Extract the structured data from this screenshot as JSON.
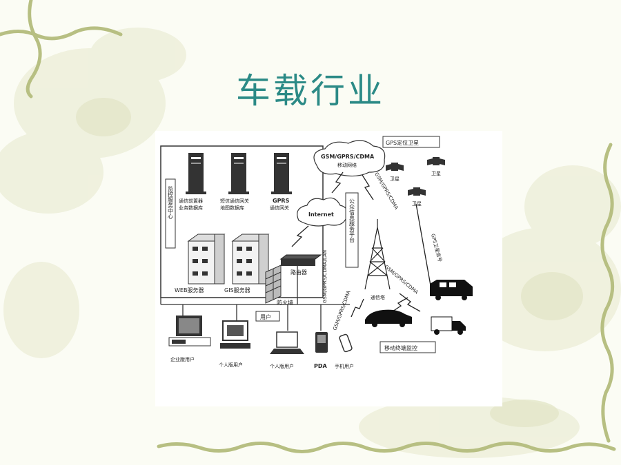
{
  "title": "车载行业",
  "diagram": {
    "monitor_center": "监控服务中心",
    "servers": [
      {
        "label1": "通信前置器",
        "label2": "业务数据库"
      },
      {
        "label1": "短信通信网关",
        "label2": "地图数据库"
      },
      {
        "label1": "GPRS",
        "label2": "通信网关"
      }
    ],
    "web_server": "WEB服务器",
    "gis_server": "GIS服务器",
    "router": "路由器",
    "firewall": "防火墙",
    "internet": "Internet",
    "mobile_network": {
      "line1": "GSM/GPRS/CDMA",
      "line2": "移动网络"
    },
    "gps_box": "GPS定位卫星",
    "satellites": [
      "卫星",
      "卫星",
      "卫星"
    ],
    "public_platform": "公众信息服务平台",
    "link_left": "GSM/GPRS/CDMA/LAN",
    "link_top": "GSM/GPRS/CDMA",
    "link_right": "GSM/GPRS/CDMA",
    "link_gps": "GPS卫星信号",
    "link_user": "GSM/GPRS/CDMA",
    "tower": "通信塔",
    "users_box": "用户",
    "users": [
      "企业版用户",
      "个人版用户",
      "个人版用户",
      "PDA",
      "手机用户"
    ],
    "mobile_monitor": "移动终端监控"
  }
}
